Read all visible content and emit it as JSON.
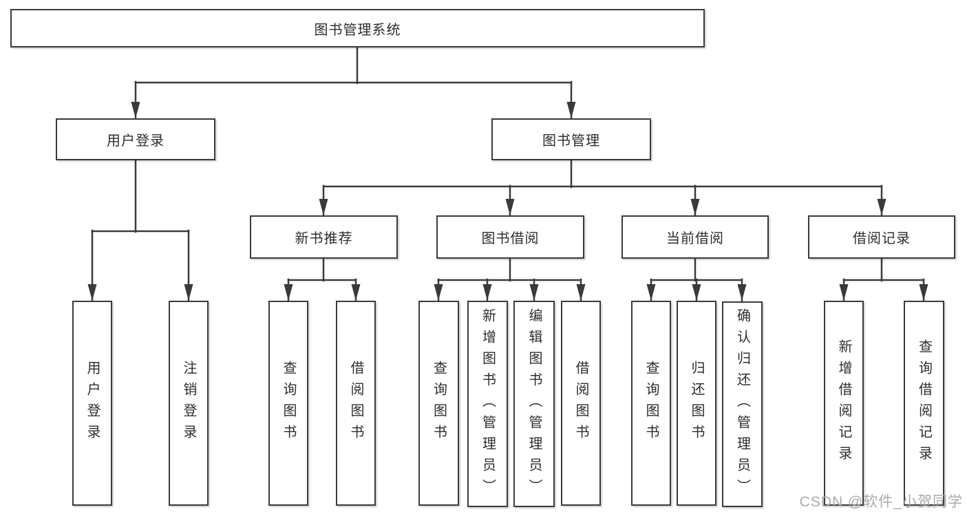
{
  "diagram": {
    "type": "hierarchy",
    "colors": {
      "line": "#3a3a3a",
      "box_border": "#3a3a3a",
      "box_fill": "#ffffff",
      "text": "#2d2d2d",
      "watermark": "#aaaaaa"
    },
    "tree": {
      "label": "图书管理系统",
      "children": [
        {
          "label": "用户登录",
          "children": [
            {
              "label": "用户登录"
            },
            {
              "label": "注销登录"
            }
          ]
        },
        {
          "label": "图书管理",
          "children": [
            {
              "label": "新书推荐",
              "children": [
                {
                  "label": "查询图书"
                },
                {
                  "label": "借阅图书"
                }
              ]
            },
            {
              "label": "图书借阅",
              "children": [
                {
                  "label": "查询图书"
                },
                {
                  "label": "新增图书（管理员）"
                },
                {
                  "label": "编辑图书（管理员）"
                },
                {
                  "label": "借阅图书"
                }
              ]
            },
            {
              "label": "当前借阅",
              "children": [
                {
                  "label": "查询图书"
                },
                {
                  "label": "归还图书"
                },
                {
                  "label": "确认归还（管理员）"
                }
              ]
            },
            {
              "label": "借阅记录",
              "children": [
                {
                  "label": "新增借阅记录"
                },
                {
                  "label": "查询借阅记录"
                }
              ]
            }
          ]
        }
      ]
    },
    "watermark": {
      "text": "CSDN @软件_小贺同学"
    }
  }
}
